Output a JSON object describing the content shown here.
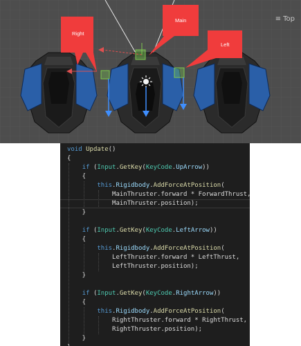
{
  "scene": {
    "view_label": "Top",
    "callouts": {
      "right": "Right",
      "main": "Main",
      "left": "Left"
    }
  },
  "code": {
    "lines": [
      [
        "",
        [
          [
            "kw",
            "void"
          ],
          [
            "punc",
            " "
          ],
          [
            "mth",
            "Update"
          ],
          [
            "punc",
            "()"
          ]
        ]
      ],
      [
        "",
        [
          [
            "punc",
            "{"
          ]
        ]
      ],
      [
        "",
        [
          [
            "punc",
            "    "
          ],
          [
            "kw",
            "if"
          ],
          [
            "punc",
            " ("
          ],
          [
            "cls",
            "Input"
          ],
          [
            "punc",
            "."
          ],
          [
            "mth",
            "GetKey"
          ],
          [
            "punc",
            "("
          ],
          [
            "cls",
            "KeyCode"
          ],
          [
            "punc",
            "."
          ],
          [
            "prm",
            "UpArrow"
          ],
          [
            "punc",
            "))"
          ]
        ]
      ],
      [
        "",
        [
          [
            "punc",
            "    {"
          ]
        ]
      ],
      [
        "",
        [
          [
            "punc",
            "        "
          ],
          [
            "kw",
            "this"
          ],
          [
            "punc",
            "."
          ],
          [
            "prm",
            "Rigidbody"
          ],
          [
            "punc",
            "."
          ],
          [
            "mth",
            "AddForceAtPosition"
          ],
          [
            "punc",
            "("
          ]
        ]
      ],
      [
        "",
        [
          [
            "punc",
            "            MainThruster.forward * ForwardThrust,"
          ]
        ]
      ],
      [
        "cursor",
        [
          [
            "punc",
            "            MainThruster.position);"
          ]
        ]
      ],
      [
        "",
        [
          [
            "punc",
            "    }"
          ]
        ]
      ],
      [
        "",
        [
          [
            "punc",
            ""
          ]
        ]
      ],
      [
        "",
        [
          [
            "punc",
            "    "
          ],
          [
            "kw",
            "if"
          ],
          [
            "punc",
            " ("
          ],
          [
            "cls",
            "Input"
          ],
          [
            "punc",
            "."
          ],
          [
            "mth",
            "GetKey"
          ],
          [
            "punc",
            "("
          ],
          [
            "cls",
            "KeyCode"
          ],
          [
            "punc",
            "."
          ],
          [
            "prm",
            "LeftArrow"
          ],
          [
            "punc",
            "))"
          ]
        ]
      ],
      [
        "",
        [
          [
            "punc",
            "    {"
          ]
        ]
      ],
      [
        "",
        [
          [
            "punc",
            "        "
          ],
          [
            "kw",
            "this"
          ],
          [
            "punc",
            "."
          ],
          [
            "prm",
            "Rigidbody"
          ],
          [
            "punc",
            "."
          ],
          [
            "mth",
            "AddForceAtPosition"
          ],
          [
            "punc",
            "("
          ]
        ]
      ],
      [
        "",
        [
          [
            "punc",
            "            LeftThruster.forward * LeftThrust,"
          ]
        ]
      ],
      [
        "",
        [
          [
            "punc",
            "            LeftThruster.position);"
          ]
        ]
      ],
      [
        "",
        [
          [
            "punc",
            "    }"
          ]
        ]
      ],
      [
        "",
        [
          [
            "punc",
            ""
          ]
        ]
      ],
      [
        "",
        [
          [
            "punc",
            "    "
          ],
          [
            "kw",
            "if"
          ],
          [
            "punc",
            " ("
          ],
          [
            "cls",
            "Input"
          ],
          [
            "punc",
            "."
          ],
          [
            "mth",
            "GetKey"
          ],
          [
            "punc",
            "("
          ],
          [
            "cls",
            "KeyCode"
          ],
          [
            "punc",
            "."
          ],
          [
            "prm",
            "RightArrow"
          ],
          [
            "punc",
            "))"
          ]
        ]
      ],
      [
        "",
        [
          [
            "punc",
            "    {"
          ]
        ]
      ],
      [
        "",
        [
          [
            "punc",
            "        "
          ],
          [
            "kw",
            "this"
          ],
          [
            "punc",
            "."
          ],
          [
            "prm",
            "Rigidbody"
          ],
          [
            "punc",
            "."
          ],
          [
            "mth",
            "AddForceAtPosition"
          ],
          [
            "punc",
            "("
          ]
        ]
      ],
      [
        "",
        [
          [
            "punc",
            "            RightThruster.forward * RightThrust,"
          ]
        ]
      ],
      [
        "",
        [
          [
            "punc",
            "            RightThruster.position);"
          ]
        ]
      ],
      [
        "",
        [
          [
            "punc",
            "    }"
          ]
        ]
      ],
      [
        "",
        [
          [
            "punc",
            "}"
          ]
        ]
      ]
    ]
  },
  "colors": {
    "scene_bg": "#4d4d4d",
    "callout": "#f03c3c",
    "ship_blue": "#2a5fa8",
    "axis_blue": "#3f8fff",
    "code_bg": "#1e1e1e"
  }
}
